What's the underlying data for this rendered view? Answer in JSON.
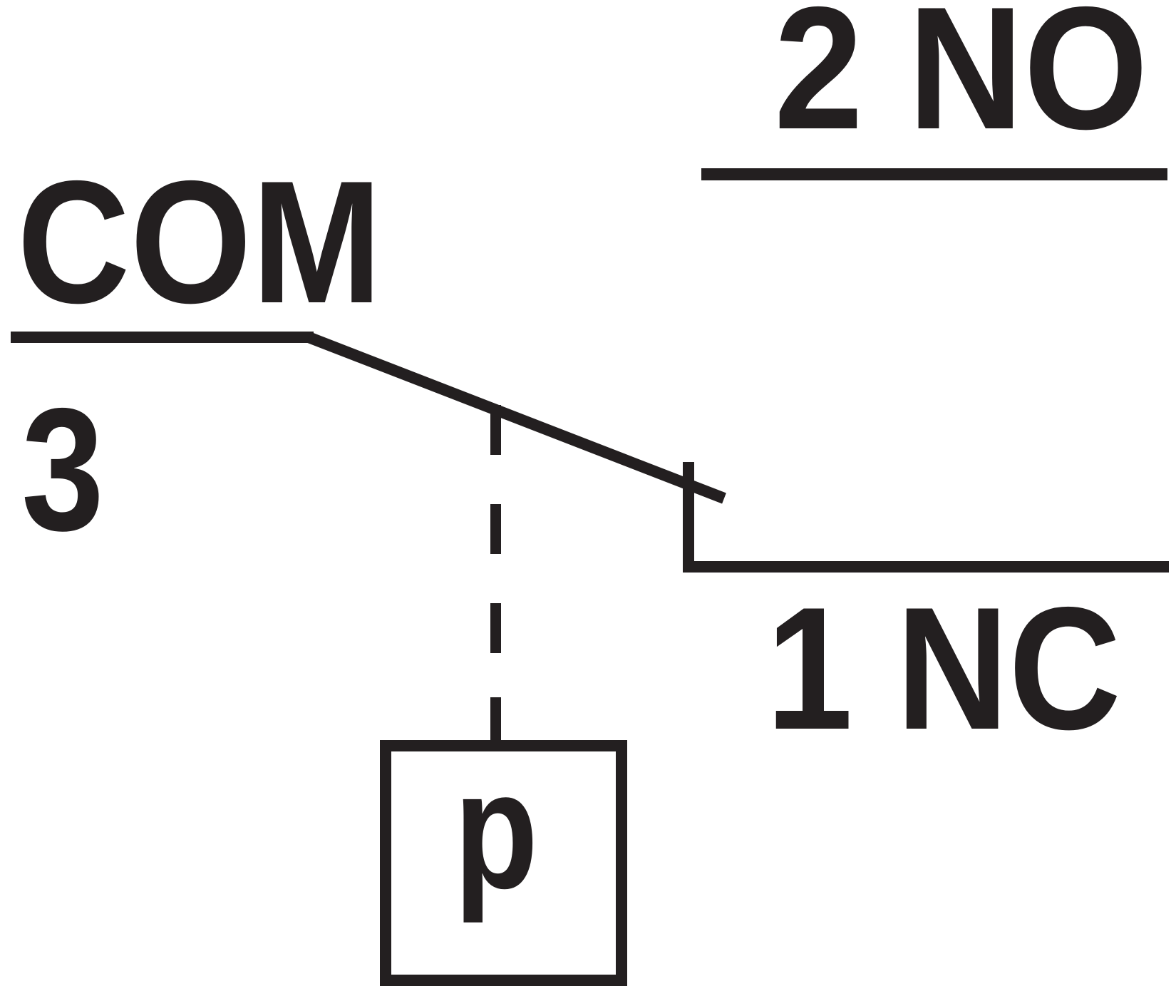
{
  "diagram": {
    "type": "switch-contact-schematic",
    "labels": {
      "com": "COM",
      "com_terminal_number": "3",
      "no": "2 NO",
      "nc": "1 NC",
      "actuator": "p"
    },
    "colors": {
      "ink": "#231f20",
      "background": "#ffffff"
    }
  }
}
